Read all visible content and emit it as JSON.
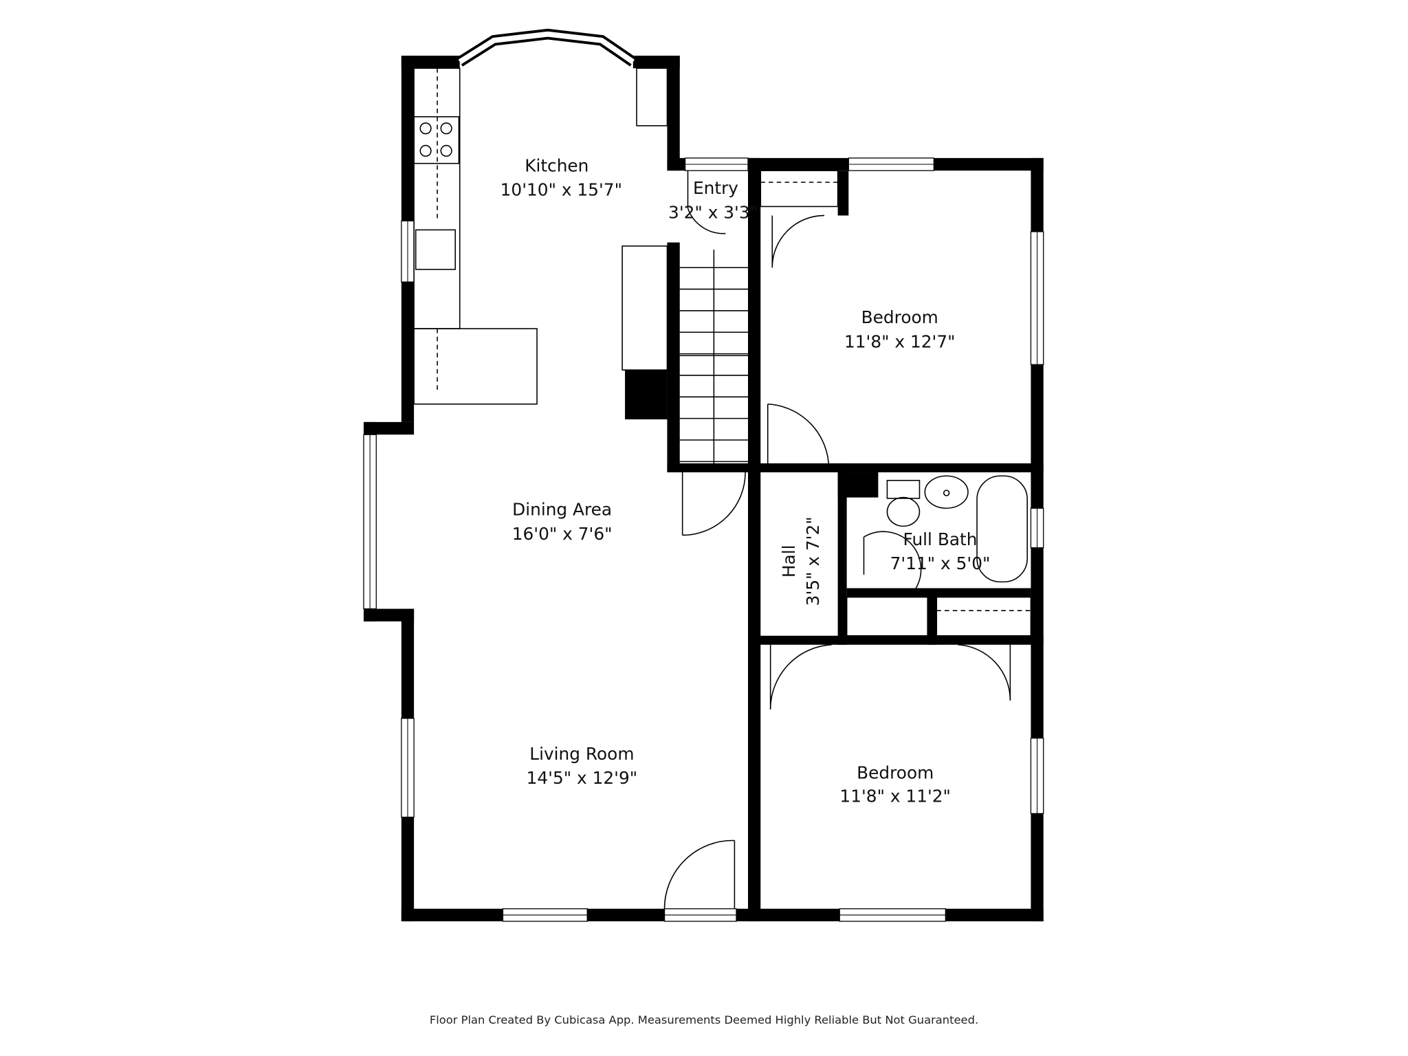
{
  "rooms": [
    {
      "name": "Kitchen",
      "size": "10'10\" x 15'7\""
    },
    {
      "name": "Entry",
      "size": "3'2\" x 3'3\""
    },
    {
      "name": "Bedroom",
      "size": "11'8\" x 12'7\""
    },
    {
      "name": "Dining Area",
      "size": "16'0\" x 7'6\""
    },
    {
      "name": "Hall",
      "size": "3'5\" x 7'2\""
    },
    {
      "name": "Full Bath",
      "size": "7'11\" x 5'0\""
    },
    {
      "name": "Living Room",
      "size": "14'5\" x 12'9\""
    },
    {
      "name": "Bedroom",
      "size": "11'8\" x 11'2\""
    }
  ],
  "footer": "Floor Plan Created By Cubicasa App. Measurements Deemed Highly Reliable But Not Guaranteed.",
  "colors": {
    "wall": "#000000",
    "background": "#ffffff"
  }
}
